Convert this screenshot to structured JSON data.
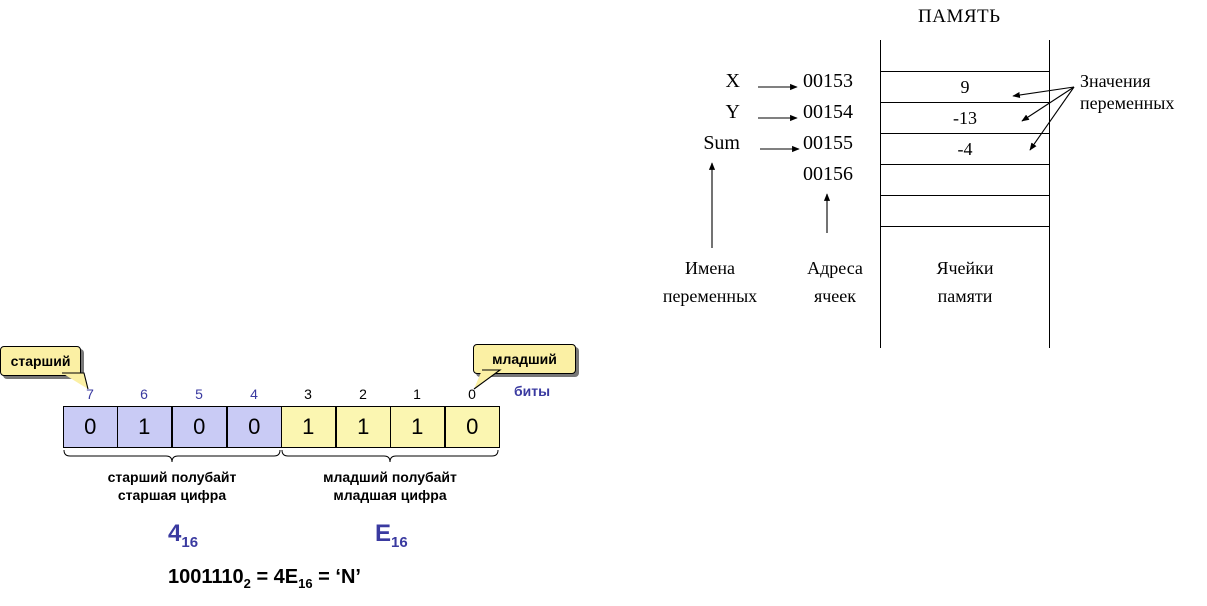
{
  "memory": {
    "title": "ПАМЯТЬ",
    "variables": [
      "X",
      "Y",
      "Sum"
    ],
    "addresses": [
      "00153",
      "00154",
      "00155",
      "00156"
    ],
    "values": [
      "9",
      "-13",
      "-4"
    ],
    "note": [
      "Значения",
      "переменных"
    ],
    "captions": {
      "names": [
        "Имена",
        "переменных"
      ],
      "addresses": [
        "Адреса",
        "ячеек"
      ],
      "cells": [
        "Ячейки",
        "памяти"
      ]
    }
  },
  "byte": {
    "callout_high": "старший",
    "callout_low": "младший",
    "bit_numbers": [
      "7",
      "6",
      "5",
      "4",
      "3",
      "2",
      "1",
      "0"
    ],
    "bits_label": "биты",
    "bits": [
      "0",
      "1",
      "0",
      "0",
      "1",
      "1",
      "1",
      "0"
    ],
    "high_nibble": [
      "старший полубайт",
      "старшая цифра"
    ],
    "low_nibble": [
      "младший полубайт",
      "младшая цифра"
    ],
    "high_hex": {
      "digit": "4",
      "base": "16"
    },
    "low_hex": {
      "digit": "E",
      "base": "16"
    },
    "formula": {
      "binary": "1001110",
      "base2": "2",
      "eq1": " = 4E",
      "base16": "16",
      "eq2": " = ‘N’"
    },
    "colors": {
      "high": "#c9cbf5",
      "low": "#fbf6b1",
      "callout": "#fbf0a4",
      "accent": "#3a3aa0"
    }
  }
}
